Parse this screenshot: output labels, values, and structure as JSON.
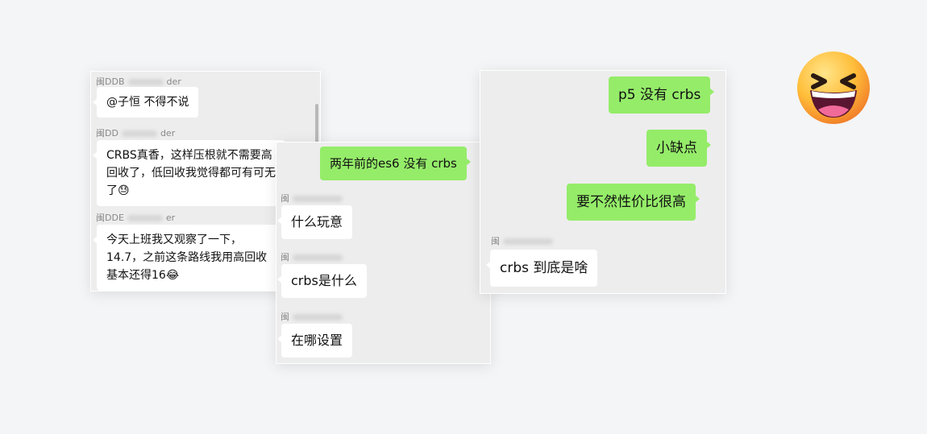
{
  "colors": {
    "accent_green": "#95ec69",
    "page_background": "#f4f5f7",
    "panel_background": "#ededed"
  },
  "panel1": {
    "messages": [
      {
        "sender": "闽DDB",
        "sender_suffix": "der",
        "text": "@子恒 不得不说"
      },
      {
        "sender": "闽DD",
        "sender_suffix": "der",
        "text": "CRBS真香，这样压根就不需要高回收了，低回收我觉得都可有可无了😓"
      },
      {
        "sender": "闽DDE",
        "sender_suffix": "er",
        "text": "今天上班我又观察了一下，14.7，之前这条路线我用高回收基本还得16😂"
      }
    ]
  },
  "panel2": {
    "outgoing": "两年前的es6 没有 crbs",
    "messages": [
      {
        "sender": "闽",
        "text": "什么玩意"
      },
      {
        "sender": "闽",
        "text": "crbs是什么"
      },
      {
        "sender": "闽",
        "text": "在哪设置"
      }
    ]
  },
  "panel3": {
    "outgoing": [
      "p5 没有 crbs",
      "小缺点",
      "要不然性价比很高"
    ],
    "incoming": {
      "sender": "闽",
      "text": "crbs 到底是啥"
    }
  },
  "emoji_icon": "squinting-laughing-face-icon"
}
